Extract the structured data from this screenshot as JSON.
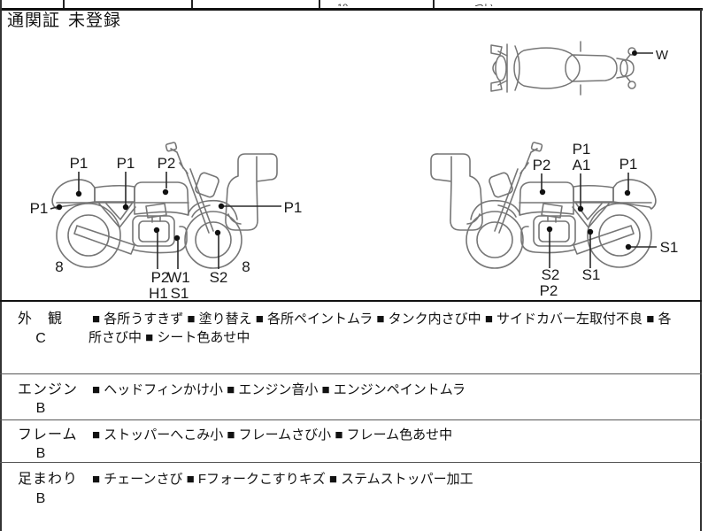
{
  "customs": {
    "label": "通関証",
    "value": "未登録"
  },
  "diagram": {
    "labels": {
      "p1": "P1",
      "p2": "P2",
      "a1": "A1",
      "s1": "S1",
      "s2": "S2",
      "w1": "W1",
      "h1": "H1",
      "w": "W",
      "eight": "8"
    }
  },
  "table": {
    "rows": [
      {
        "label": "外　観",
        "grade": "C",
        "lines": [
          "■ 各所うすきず ■ 塗り替え ■ 各所ペイントムラ ■ タンク内さび中 ■ サイドカバー左取付不良 ■ 各",
          "所さび中 ■ シート色あせ中"
        ]
      },
      {
        "label": "エンジン",
        "grade": "B",
        "lines": [
          "■ ヘッドフィンかけ小 ■ エンジン音小 ■ エンジンペイントムラ"
        ]
      },
      {
        "label": "フレーム",
        "grade": "B",
        "lines": [
          "■ ストッパーへこみ小 ■ フレームさび小 ■ フレーム色あせ中"
        ]
      },
      {
        "label": "足まわり",
        "grade": "B",
        "lines": [
          "■ チェーンさび ■ Fフォークこすりキズ ■ ステムストッパー加工"
        ]
      }
    ]
  },
  "colors": {
    "line_art": "#767676",
    "ink": "#111111",
    "background": "#ffffff"
  }
}
